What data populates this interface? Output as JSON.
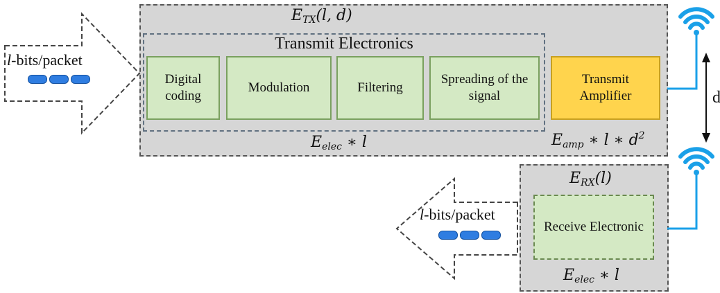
{
  "tx": {
    "energy_var": "E",
    "energy_sub": "TX",
    "energy_args": "(l, d)",
    "electronics_title": "Transmit Electronics",
    "blocks": [
      "Digital coding",
      "Modulation",
      "Filtering",
      "Spreading of the signal"
    ],
    "amplifier": "Transmit Amplifier",
    "elec_var": "E",
    "elec_sub": "elec",
    "elec_rest": " ∗ l",
    "amp_var": "E",
    "amp_sub": "amp",
    "amp_rest": " ∗ l ∗ d",
    "amp_exp": "2"
  },
  "rx": {
    "energy_var": "E",
    "energy_sub": "RX",
    "energy_args": "(l)",
    "block": "Receive Electronic",
    "elec_var": "E",
    "elec_sub": "elec",
    "elec_rest": " ∗ l"
  },
  "packet_in": {
    "var": "l",
    "label": "-bits/packet"
  },
  "packet_out": {
    "var": "l",
    "label": "-bits/packet"
  },
  "distance_label": "d",
  "colors": {
    "block_fill": "#d4e9c4",
    "amp_fill": "#ffd44d",
    "wifi": "#1aa0e8",
    "outer_fill": "#d6d6d6"
  }
}
